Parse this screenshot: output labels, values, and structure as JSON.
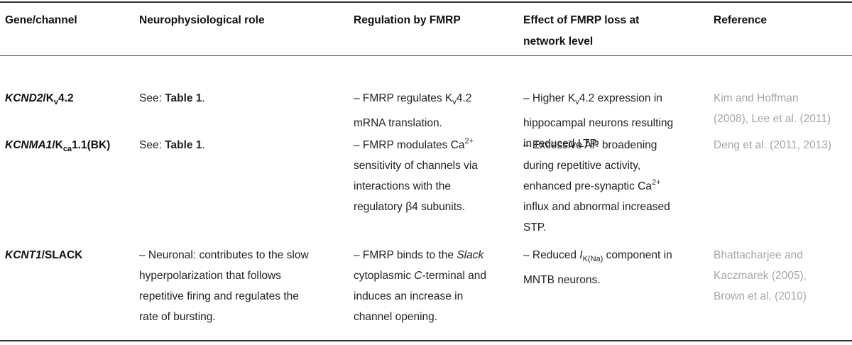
{
  "header": {
    "col1": "Gene/channel",
    "col2": "Neurophysiological role",
    "col3": "Regulation by FMRP",
    "col4_line1": "Effect of FMRP loss at",
    "col4_line2": "network level",
    "col5": "Reference"
  },
  "rows": [
    {
      "gene_italic": "KCND2",
      "gene_rest": "/K",
      "gene_sub": "v",
      "gene_tail": "4.2",
      "role_prefix": "See: ",
      "role_bold": "Table 1",
      "role_suffix": ".",
      "reg": [
        "– FMRP regulates K",
        "v",
        "4.2",
        "mRNA translation."
      ],
      "effect": [
        "– Higher K",
        "v",
        "4.2 expression in",
        "hippocampal neurons resulting",
        "in reduced LTP."
      ],
      "ref": [
        "Kim and Hoffman",
        "(2008), Lee et al. (2011)"
      ]
    },
    {
      "gene_italic": "KCNMA1",
      "gene_rest": "/K",
      "gene_sub": "ca",
      "gene_tail": "1.1(BK)",
      "role_prefix": "See: ",
      "role_bold": "Table 1",
      "role_suffix": ".",
      "reg": [
        "– FMRP modulates Ca",
        "2+",
        "sensitivity of channels via",
        "interactions with the",
        "regulatory β4 subunits."
      ],
      "effect": [
        "– Excessive AP broadening",
        "during repetitive activity,",
        "enhanced pre-synaptic Ca",
        "2+",
        "influx and abnormal increased",
        "STP."
      ],
      "ref": [
        "Deng et al. (2011, 2013)"
      ]
    },
    {
      "gene_italic": "KCNT1",
      "gene_rest": "/SLACK",
      "role": [
        "– Neuronal: contributes to the slow",
        "hyperpolarization that follows",
        "repetitive firing and regulates the",
        "rate of bursting."
      ],
      "reg": [
        "– FMRP binds to the ",
        "Slack",
        "cytoplasmic ",
        "C",
        "-terminal and",
        "induces an increase in",
        "channel opening."
      ],
      "effect": [
        "– Reduced ",
        "I",
        "K(Na)",
        " component in",
        "MNTB neurons."
      ],
      "ref": [
        "Bhattacharjee and",
        "Kaczmarek (2005),",
        "Brown et al. (2010)"
      ]
    }
  ]
}
